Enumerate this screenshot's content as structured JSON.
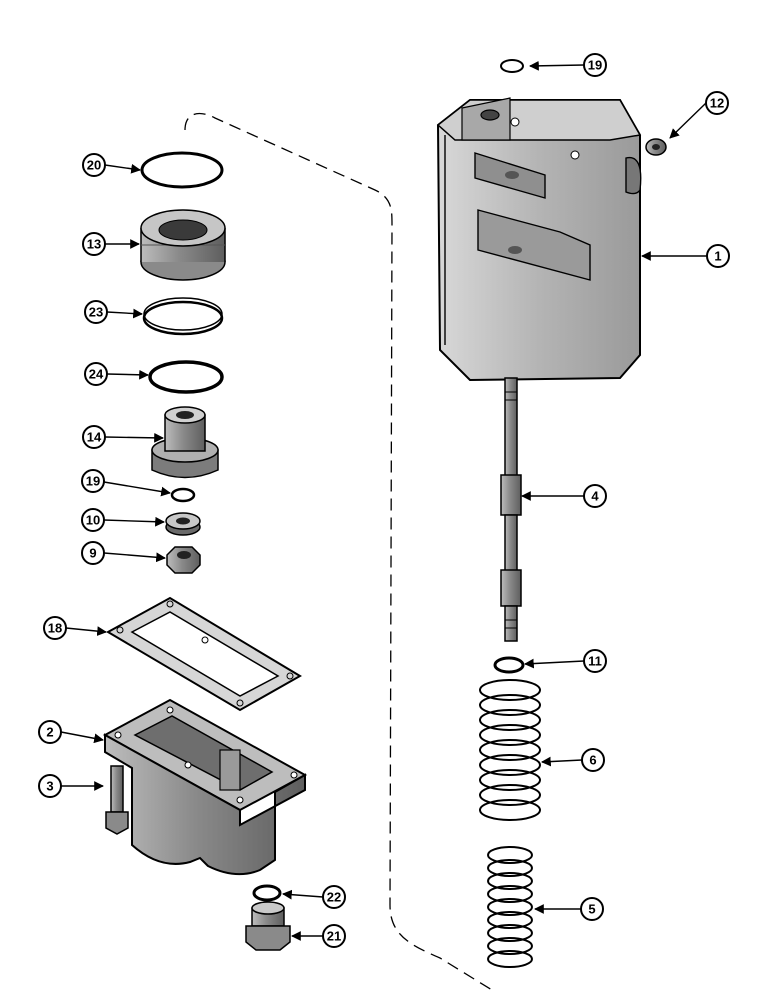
{
  "diagram": {
    "callouts": [
      {
        "id": "c19a",
        "label": "19",
        "part": "o-ring-top"
      },
      {
        "id": "c12",
        "label": "12",
        "part": "fitting"
      },
      {
        "id": "c1",
        "label": "1",
        "part": "valve-body"
      },
      {
        "id": "c20",
        "label": "20",
        "part": "o-ring-large"
      },
      {
        "id": "c13",
        "label": "13",
        "part": "piston"
      },
      {
        "id": "c23",
        "label": "23",
        "part": "backup-ring"
      },
      {
        "id": "c24",
        "label": "24",
        "part": "o-ring-medium"
      },
      {
        "id": "c14",
        "label": "14",
        "part": "retainer"
      },
      {
        "id": "c19b",
        "label": "19",
        "part": "o-ring-small"
      },
      {
        "id": "c10",
        "label": "10",
        "part": "bearing"
      },
      {
        "id": "c9",
        "label": "9",
        "part": "nut"
      },
      {
        "id": "c4",
        "label": "4",
        "part": "shaft"
      },
      {
        "id": "c11",
        "label": "11",
        "part": "snap-ring"
      },
      {
        "id": "c6",
        "label": "6",
        "part": "spring-outer"
      },
      {
        "id": "c5",
        "label": "5",
        "part": "spring-inner"
      },
      {
        "id": "c18",
        "label": "18",
        "part": "gasket"
      },
      {
        "id": "c2",
        "label": "2",
        "part": "cover-housing"
      },
      {
        "id": "c3",
        "label": "3",
        "part": "bolt"
      },
      {
        "id": "c22",
        "label": "22",
        "part": "washer"
      },
      {
        "id": "c21",
        "label": "21",
        "part": "plug"
      }
    ]
  }
}
